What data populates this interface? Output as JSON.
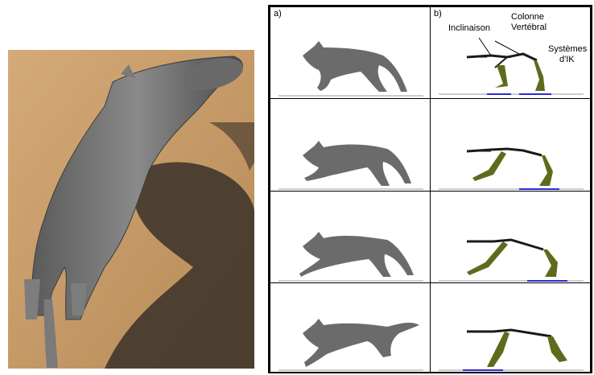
{
  "panel_labels": {
    "a": "a)",
    "b": "b)"
  },
  "annotations": {
    "inclination": "Inclinaison",
    "spine_line1": "Colonne",
    "spine_line2": "Vertébral",
    "ik_line1": "Systèmes",
    "ik_line2": "d'IK"
  },
  "colors": {
    "ground": "#c79b68",
    "model": "#6e6e6e",
    "leg": "#5f6b1c",
    "bone": "#1a1a1a",
    "ik_target": "#2b2bd6"
  }
}
